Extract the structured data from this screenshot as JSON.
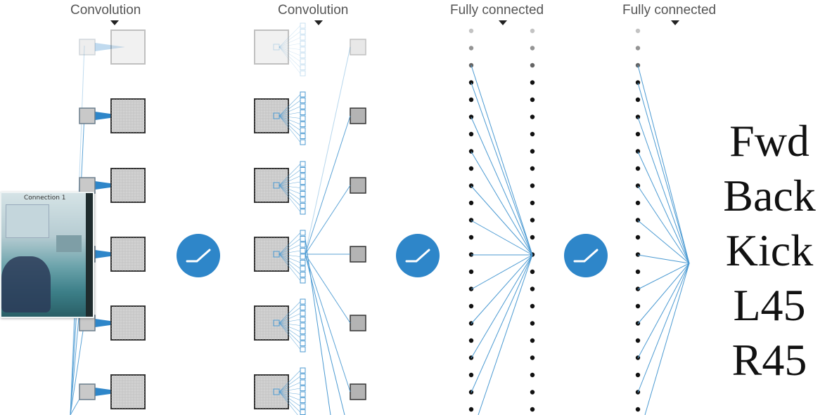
{
  "layers": [
    {
      "label": "Convolution"
    },
    {
      "label": "Convolution"
    },
    {
      "label": "Fully connected"
    },
    {
      "label": "Fully connected"
    }
  ],
  "activation_icon": "relu-icon",
  "input_photo": {
    "title": "Connection 1"
  },
  "outputs": [
    "Fwd",
    "Back",
    "Kick",
    "L45",
    "R45"
  ],
  "colors": {
    "accent": "#2e86c9",
    "line": "#4b9ad2",
    "node": "#111111",
    "map_fill": "#d2d2d2",
    "map_border": "#333333"
  }
}
